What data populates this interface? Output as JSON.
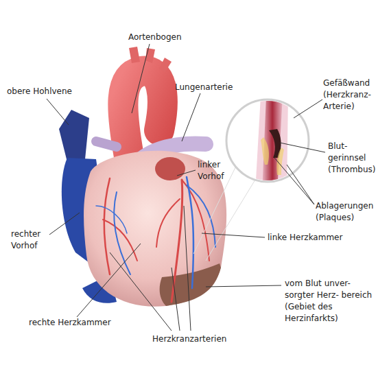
{
  "diagram": {
    "labels": [
      "Aortenbogen",
      "obere Hohlvene",
      "Lungenarterie",
      "Gefäßwand (Herzkranz- Arterie)",
      "linker Vorhof",
      "Blut- gerinnsel (Thrombus)",
      "Ablagerungen (Plaques)",
      "rechter Vorhof",
      "linke Herzkammer",
      "vom Blut unver- sorgter Herz- bereich (Gebiet des Herzinfarkts)",
      "rechte Herzkammer",
      "Herzkranzarterien"
    ]
  }
}
